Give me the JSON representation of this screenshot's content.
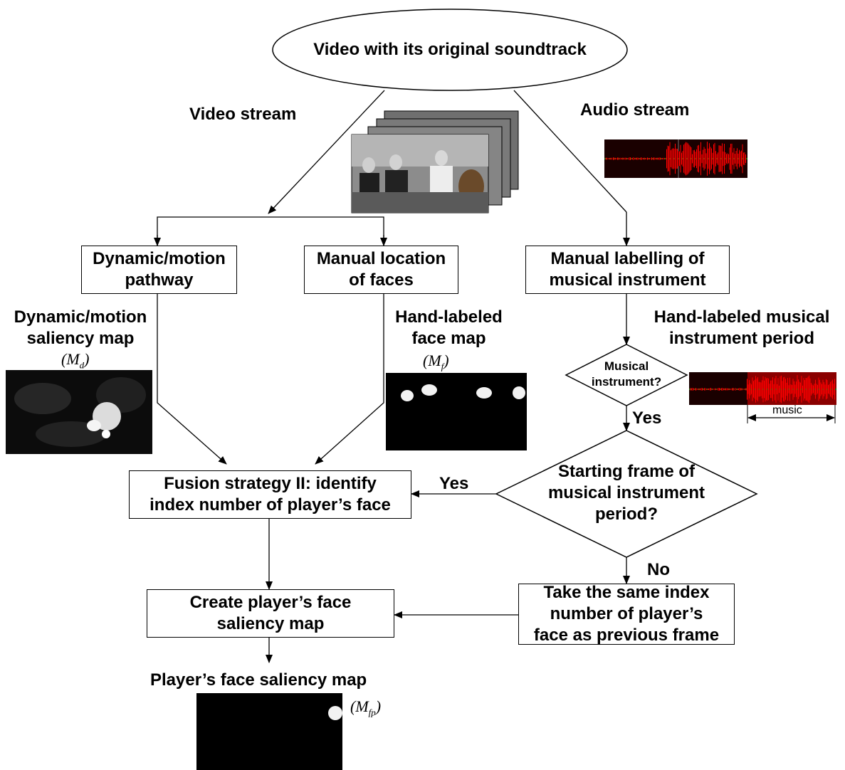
{
  "nodes": {
    "source": "Video with its original soundtrack",
    "motion_pathway": [
      "Dynamic/motion",
      "pathway"
    ],
    "face_location": [
      "Manual location",
      "of faces"
    ],
    "instrument_labelling": [
      "Manual labelling of",
      "musical instrument"
    ],
    "decision_instrument": [
      "Musical",
      "instrument?"
    ],
    "decision_start": [
      "Starting frame of",
      "musical instrument",
      "period?"
    ],
    "fusion": [
      "Fusion strategy II: identify",
      "index number of player’s face"
    ],
    "same_index": [
      "Take the same index",
      "number of player’s",
      "face as previous frame"
    ],
    "create_map": [
      "Create player’s face",
      "saliency map"
    ]
  },
  "labels": {
    "video_stream": "Video stream",
    "audio_stream": "Audio stream",
    "motion_map": [
      "Dynamic/motion",
      "saliency map"
    ],
    "face_map": [
      "Hand-labeled",
      "face map"
    ],
    "instrument_period": [
      "Hand-labeled musical",
      "instrument period"
    ],
    "yes_1": "Yes",
    "yes_2": "Yes",
    "no": "No",
    "music": "music",
    "output": "Player’s face saliency map"
  },
  "symbols": {
    "md": {
      "base": "M",
      "sub": "d"
    },
    "mf": {
      "base": "M",
      "sub": "f"
    },
    "mfp": {
      "base": "M",
      "sub": "fp"
    }
  },
  "colors": {
    "waveform": "#ff0000",
    "waveform_dark": "#1a0000",
    "highlight": "#8a0000",
    "face_spot": "#f2f2f2"
  }
}
